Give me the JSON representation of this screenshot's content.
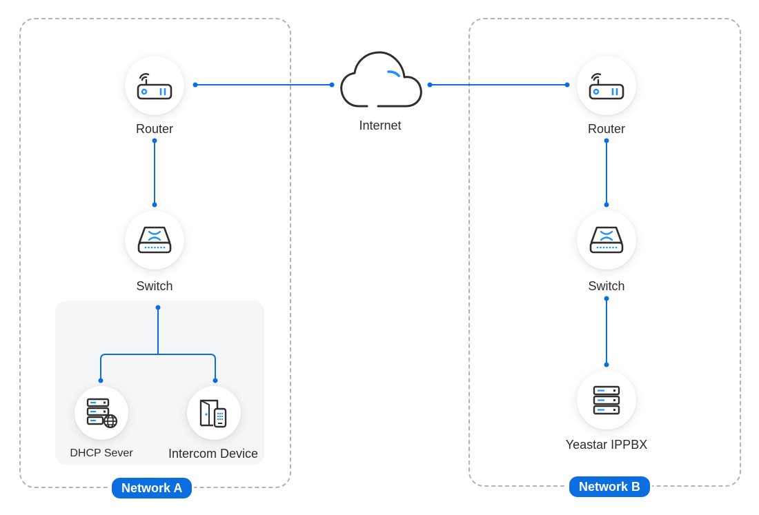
{
  "network_a": {
    "badge": "Network A",
    "router_label": "Router",
    "switch_label": "Switch",
    "dhcp_label": "DHCP Sever",
    "intercom_label": "Intercom Device"
  },
  "internet": {
    "label": "Internet"
  },
  "network_b": {
    "badge": "Network B",
    "router_label": "Router",
    "switch_label": "Switch",
    "pbx_label": "Yeastar IPPBX"
  },
  "colors": {
    "link": "#0a6ee0",
    "icon_stroke": "#2e2e2e",
    "accent": "#1e90ff",
    "badge_bg": "#0a6ee0",
    "dashed_border": "#b3b3b3"
  },
  "icons": {
    "router": "router-icon",
    "switch": "switch-icon",
    "server": "server-icon",
    "intercom": "intercom-icon",
    "cloud": "cloud-icon"
  }
}
